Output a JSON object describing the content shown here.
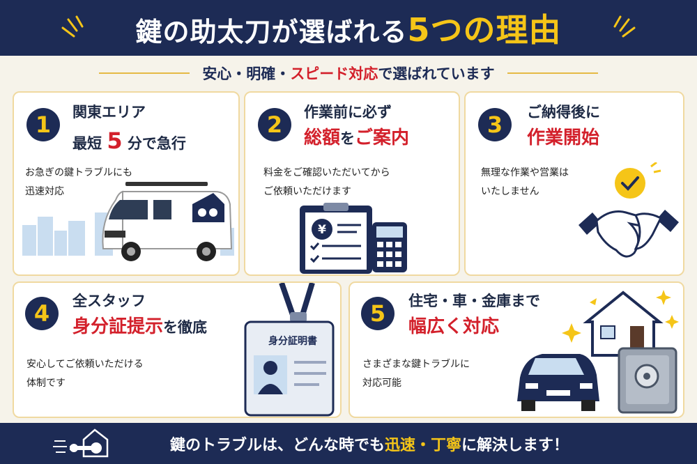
{
  "header": {
    "title_part1": "鍵の助太刀が選ばれる",
    "title_accent": "5つの理由",
    "title_part2": "",
    "colors": {
      "navy": "#1d2b55",
      "yellow": "#f5c518",
      "red": "#d3202b"
    }
  },
  "subtitle": {
    "part1": "安心・明確・",
    "red": "スピード対応",
    "part2": "で選ばれています"
  },
  "reasons": [
    {
      "number": "1",
      "line1": "関東エリア",
      "line2_pre": "最短",
      "line2_red": "5",
      "line2_post": "分で急行",
      "desc1": "お急ぎの鍵トラブルにも",
      "desc2": "迅速対応",
      "icon": "service-van-icon"
    },
    {
      "number": "2",
      "line1": "作業前に必ず",
      "line2_red1": "総額",
      "line2_mid": "を",
      "line2_red2": "ご案内",
      "desc1": "料金をご確認いただいてから",
      "desc2": "ご依頼いただけます",
      "icon": "estimate-clipboard-icon",
      "clipboard_symbol": "¥"
    },
    {
      "number": "3",
      "line1": "ご納得後に",
      "line2_red": "作業開始",
      "desc1": "無理な作業や営業は",
      "desc2": "いたしません",
      "icon": "handshake-icon"
    },
    {
      "number": "4",
      "line1": "全スタッフ",
      "line2_red": "身分証提示",
      "line2_post": "を徹底",
      "desc1": "安心してご依頼いただける",
      "desc2": "体制です",
      "icon": "id-badge-icon",
      "badge_text": "身分証明書"
    },
    {
      "number": "5",
      "line1": "住宅・車・金庫まで",
      "line2_red": "幅広く対応",
      "desc1": "さまざまな鍵トラブルに",
      "desc2": "対応可能",
      "icon": "house-car-safe-icon"
    }
  ],
  "footer": {
    "part1": "鍵のトラブルは、どんな時でも",
    "accent": "迅速・丁寧",
    "part2": "に解決します！",
    "icon": "key-house-logo-icon"
  }
}
